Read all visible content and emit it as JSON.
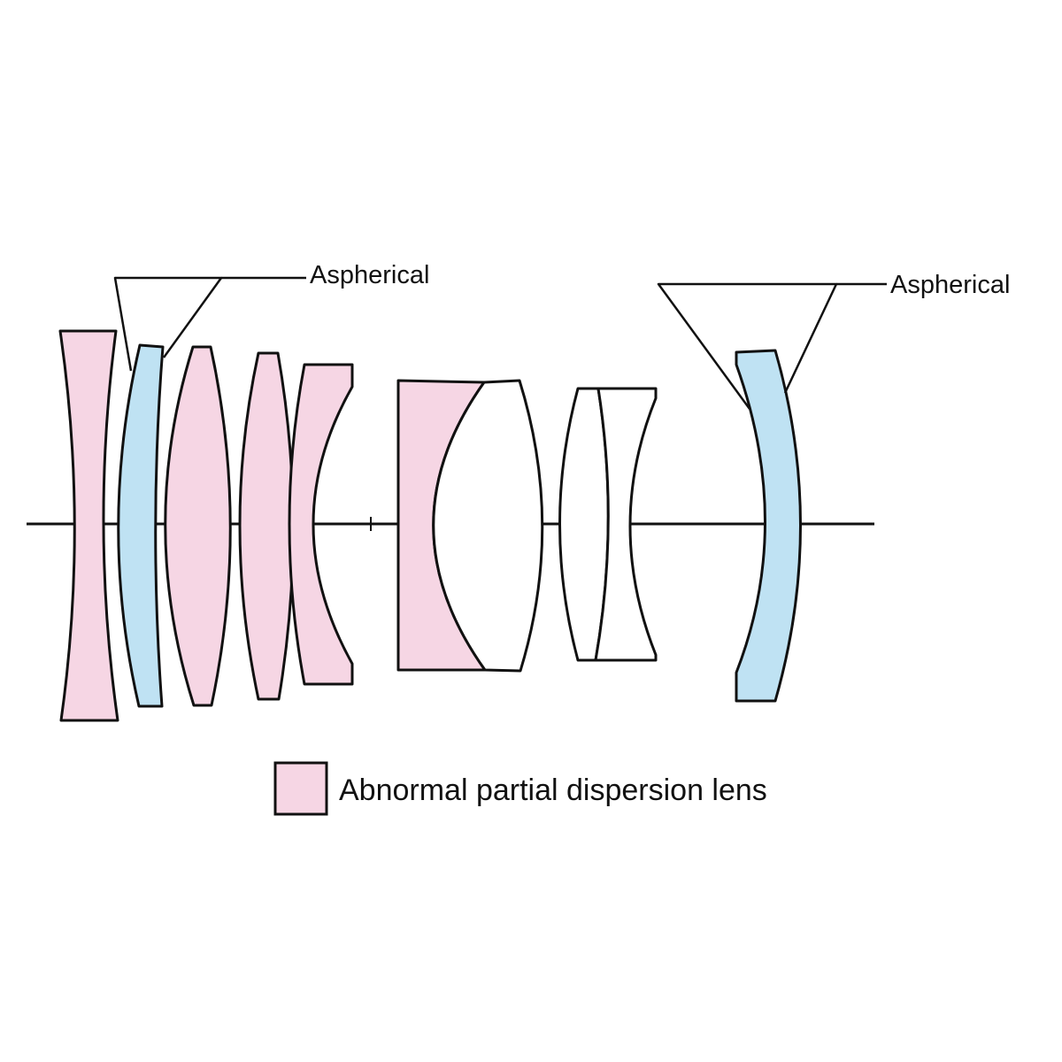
{
  "callouts": {
    "left_label": "Aspherical",
    "right_label": "Aspherical"
  },
  "legend": {
    "label": "Abnormal partial dispersion lens"
  },
  "colors": {
    "abnormal_partial_dispersion": "#f6d6e4",
    "aspherical": "#bfe2f3",
    "standard": "#ffffff",
    "stroke": "#111111"
  }
}
